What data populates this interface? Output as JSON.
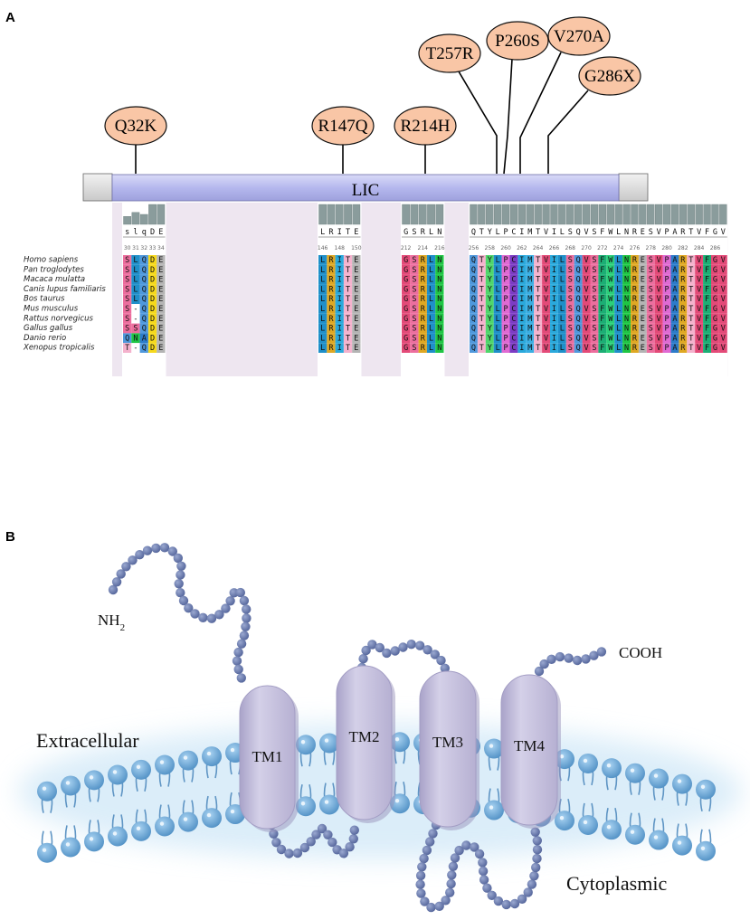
{
  "panel_a": {
    "label": "A",
    "domain_label": "LIC",
    "mutations": [
      {
        "label": "Q32K"
      },
      {
        "label": "R147Q"
      },
      {
        "label": "R214H"
      },
      {
        "label": "T257R"
      },
      {
        "label": "P260S"
      },
      {
        "label": "V270A"
      },
      {
        "label": "G286X"
      }
    ],
    "species": [
      "Homo sapiens",
      "Pan troglodytes",
      "Macaca mulatta",
      "Canis lupus familiaris",
      "Bos taurus",
      "Mus musculus",
      "Rattus norvegicus",
      "Gallus gallus",
      "Danio rerio",
      "Xenopus tropicalis"
    ],
    "blocks": [
      {
        "header": [
          "s",
          "l",
          "q",
          "D",
          "E"
        ],
        "numbers": [
          "30",
          "31",
          "32",
          "33",
          "34"
        ],
        "conservation": [
          0.4,
          0.6,
          0.5,
          1,
          1
        ],
        "rows": [
          [
            "S",
            "L",
            "Q",
            "D",
            "E"
          ],
          [
            "S",
            "L",
            "Q",
            "D",
            "E"
          ],
          [
            "S",
            "L",
            "Q",
            "D",
            "E"
          ],
          [
            "S",
            "L",
            "Q",
            "D",
            "E"
          ],
          [
            "S",
            "L",
            "Q",
            "D",
            "E"
          ],
          [
            "S",
            "-",
            "Q",
            "D",
            "E"
          ],
          [
            "S",
            "-",
            "Q",
            "D",
            "E"
          ],
          [
            "S",
            "S",
            "Q",
            "D",
            "E"
          ],
          [
            "Q",
            "N",
            "A",
            "D",
            "E"
          ],
          [
            "T",
            "-",
            "Q",
            "D",
            "E"
          ]
        ]
      },
      {
        "header": [
          "L",
          "R",
          "I",
          "T",
          "E"
        ],
        "numbers": [
          "146",
          "",
          "148",
          "",
          "150"
        ],
        "conservation": [
          1,
          1,
          1,
          1,
          1
        ],
        "rows": [
          [
            "L",
            "R",
            "I",
            "T",
            "E"
          ],
          [
            "L",
            "R",
            "I",
            "T",
            "E"
          ],
          [
            "L",
            "R",
            "I",
            "T",
            "E"
          ],
          [
            "L",
            "R",
            "I",
            "T",
            "E"
          ],
          [
            "L",
            "R",
            "I",
            "T",
            "E"
          ],
          [
            "L",
            "R",
            "I",
            "T",
            "E"
          ],
          [
            "L",
            "R",
            "I",
            "T",
            "E"
          ],
          [
            "L",
            "R",
            "I",
            "T",
            "E"
          ],
          [
            "L",
            "R",
            "I",
            "T",
            "E"
          ],
          [
            "L",
            "R",
            "I",
            "T",
            "E"
          ]
        ]
      },
      {
        "header": [
          "G",
          "S",
          "R",
          "L",
          "N"
        ],
        "numbers": [
          "212",
          "",
          "214",
          "",
          "216"
        ],
        "conservation": [
          1,
          1,
          1,
          1,
          1
        ],
        "rows": [
          [
            "G",
            "S",
            "R",
            "L",
            "N"
          ],
          [
            "G",
            "S",
            "R",
            "L",
            "N"
          ],
          [
            "G",
            "S",
            "R",
            "L",
            "N"
          ],
          [
            "G",
            "S",
            "R",
            "L",
            "N"
          ],
          [
            "G",
            "S",
            "R",
            "L",
            "N"
          ],
          [
            "G",
            "S",
            "R",
            "L",
            "N"
          ],
          [
            "G",
            "S",
            "R",
            "L",
            "N"
          ],
          [
            "G",
            "S",
            "R",
            "L",
            "N"
          ],
          [
            "G",
            "S",
            "R",
            "L",
            "N"
          ],
          [
            "G",
            "S",
            "R",
            "L",
            "N"
          ]
        ]
      },
      {
        "header": [
          "Q",
          "T",
          "Y",
          "L",
          "P",
          "C",
          "I",
          "M",
          "T",
          "V",
          "I",
          "L",
          "S",
          "Q",
          "V",
          "S",
          "F",
          "W",
          "L",
          "N",
          "R",
          "E",
          "S",
          "V",
          "P",
          "A",
          "R",
          "T",
          "V",
          "F",
          "G",
          "V"
        ],
        "numbers": [
          "256",
          "",
          "258",
          "",
          "260",
          "",
          "262",
          "",
          "264",
          "",
          "266",
          "",
          "268",
          "",
          "270",
          "",
          "272",
          "",
          "274",
          "",
          "276",
          "",
          "278",
          "",
          "280",
          "",
          "282",
          "",
          "284",
          "",
          "286",
          ""
        ],
        "conservation": [
          1,
          1,
          1,
          1,
          1,
          1,
          1,
          1,
          1,
          1,
          1,
          1,
          1,
          1,
          1,
          1,
          1,
          1,
          1,
          1,
          1,
          1,
          1,
          1,
          1,
          1,
          1,
          1,
          1,
          1,
          1,
          1
        ],
        "rows": [
          [
            "Q",
            "T",
            "Y",
            "L",
            "P",
            "C",
            "I",
            "M",
            "T",
            "V",
            "I",
            "L",
            "S",
            "Q",
            "V",
            "S",
            "F",
            "W",
            "L",
            "N",
            "R",
            "E",
            "S",
            "V",
            "P",
            "A",
            "R",
            "T",
            "V",
            "F",
            "G",
            "V"
          ],
          [
            "Q",
            "T",
            "Y",
            "L",
            "P",
            "C",
            "I",
            "M",
            "T",
            "V",
            "I",
            "L",
            "S",
            "Q",
            "V",
            "S",
            "F",
            "W",
            "L",
            "N",
            "R",
            "E",
            "S",
            "V",
            "P",
            "A",
            "R",
            "T",
            "V",
            "F",
            "G",
            "V"
          ],
          [
            "Q",
            "T",
            "Y",
            "L",
            "P",
            "C",
            "I",
            "M",
            "T",
            "V",
            "I",
            "L",
            "S",
            "Q",
            "V",
            "S",
            "F",
            "W",
            "L",
            "N",
            "R",
            "E",
            "S",
            "V",
            "P",
            "A",
            "R",
            "T",
            "V",
            "F",
            "G",
            "V"
          ],
          [
            "Q",
            "T",
            "Y",
            "L",
            "P",
            "C",
            "I",
            "M",
            "T",
            "V",
            "I",
            "L",
            "S",
            "Q",
            "V",
            "S",
            "F",
            "W",
            "L",
            "N",
            "R",
            "E",
            "S",
            "V",
            "P",
            "A",
            "R",
            "T",
            "V",
            "F",
            "G",
            "V"
          ],
          [
            "Q",
            "T",
            "Y",
            "L",
            "P",
            "C",
            "I",
            "M",
            "T",
            "V",
            "I",
            "L",
            "S",
            "Q",
            "V",
            "S",
            "F",
            "W",
            "L",
            "N",
            "R",
            "E",
            "S",
            "V",
            "P",
            "A",
            "R",
            "T",
            "V",
            "F",
            "G",
            "V"
          ],
          [
            "Q",
            "T",
            "Y",
            "L",
            "P",
            "C",
            "I",
            "M",
            "T",
            "V",
            "I",
            "L",
            "S",
            "Q",
            "V",
            "S",
            "F",
            "W",
            "L",
            "N",
            "R",
            "E",
            "S",
            "V",
            "P",
            "A",
            "R",
            "T",
            "V",
            "F",
            "G",
            "V"
          ],
          [
            "Q",
            "T",
            "Y",
            "L",
            "P",
            "C",
            "I",
            "M",
            "T",
            "V",
            "I",
            "L",
            "S",
            "Q",
            "V",
            "S",
            "F",
            "W",
            "L",
            "N",
            "R",
            "E",
            "S",
            "V",
            "P",
            "A",
            "R",
            "T",
            "V",
            "F",
            "G",
            "V"
          ],
          [
            "Q",
            "T",
            "Y",
            "L",
            "P",
            "C",
            "I",
            "M",
            "T",
            "V",
            "I",
            "L",
            "S",
            "Q",
            "V",
            "S",
            "F",
            "W",
            "L",
            "N",
            "R",
            "E",
            "S",
            "V",
            "P",
            "A",
            "R",
            "T",
            "V",
            "F",
            "G",
            "V"
          ],
          [
            "Q",
            "T",
            "Y",
            "L",
            "P",
            "C",
            "I",
            "M",
            "T",
            "V",
            "I",
            "L",
            "S",
            "Q",
            "V",
            "S",
            "F",
            "W",
            "L",
            "N",
            "R",
            "E",
            "S",
            "V",
            "P",
            "A",
            "R",
            "T",
            "V",
            "F",
            "G",
            "V"
          ],
          [
            "Q",
            "T",
            "Y",
            "L",
            "P",
            "C",
            "I",
            "M",
            "T",
            "V",
            "I",
            "L",
            "S",
            "Q",
            "V",
            "S",
            "F",
            "W",
            "L",
            "N",
            "R",
            "E",
            "S",
            "V",
            "P",
            "A",
            "R",
            "T",
            "V",
            "F",
            "G",
            "V"
          ]
        ]
      }
    ]
  },
  "panel_b": {
    "label": "B",
    "n_terminus": "NH",
    "n_terminus_subscript": "2",
    "c_terminus": "COOH",
    "extracellular_label": "Extracellular",
    "cytoplasmic_label": "Cytoplasmic",
    "domains": [
      "TM1",
      "TM2",
      "TM3",
      "TM4"
    ]
  },
  "colors": {
    "domain_bar": "#bcbfee",
    "mutation_bubble": "#f9c6a6",
    "protein_bead": "#6b7dae",
    "tm_helix": "#c6c1dc",
    "lipid_head": "#6ea6d4",
    "membrane_glow": "#d4eaf8",
    "aa_S": "#ec6e9e",
    "aa_T": "#f4b2cd",
    "aa_G": "#e34a78",
    "aa_L": "#1f8fc9",
    "aa_I": "#2aa9dc",
    "aa_V": "#e34a78",
    "aa_M": "#3aaee2",
    "aa_F": "#1cae74",
    "aa_W": "#2bcf7a",
    "aa_Y": "#4fd66b",
    "aa_C": "#7c3cc4",
    "aa_P": "#e06ad3",
    "aa_A": "#2c7bc9",
    "aa_Q": "#4f98dc",
    "aa_N": "#1fc544",
    "aa_D": "#f6d91d",
    "aa_E": "#b4b4b4",
    "aa_R": "#dfa823",
    "aa_gap": "#ffffff"
  }
}
